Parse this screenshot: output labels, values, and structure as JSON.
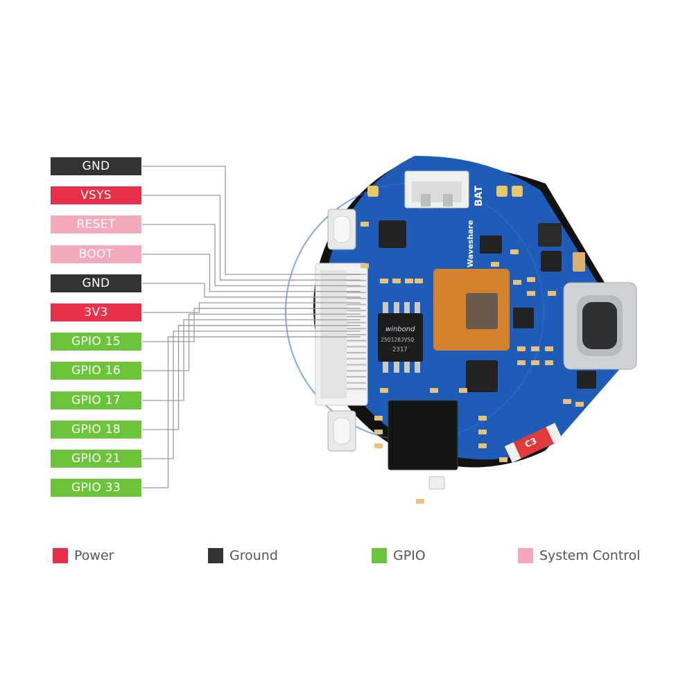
{
  "pins": [
    {
      "label": "GND",
      "category": "ground"
    },
    {
      "label": "VSYS",
      "category": "power"
    },
    {
      "label": "RESET",
      "category": "system"
    },
    {
      "label": "BOOT",
      "category": "system"
    },
    {
      "label": "GND",
      "category": "ground"
    },
    {
      "label": "3V3",
      "category": "power"
    },
    {
      "label": "GPIO 15",
      "category": "gpio"
    },
    {
      "label": "GPIO 16",
      "category": "gpio"
    },
    {
      "label": "GPIO 17",
      "category": "gpio"
    },
    {
      "label": "GPIO 18",
      "category": "gpio"
    },
    {
      "label": "GPIO 21",
      "category": "gpio"
    },
    {
      "label": "GPIO 33",
      "category": "gpio"
    }
  ],
  "colors": {
    "power": "#e8304a",
    "ground": "#333333",
    "gpio": "#6cc43b",
    "system": "#f4aabb",
    "board": "#1f5cb8",
    "board_edge": "#111111",
    "wire": "#9a9a9a"
  },
  "legend": [
    {
      "label": "Power",
      "category": "power"
    },
    {
      "label": "Ground",
      "category": "ground"
    },
    {
      "label": "GPIO",
      "category": "gpio"
    },
    {
      "label": "System Control",
      "category": "system"
    }
  ],
  "board": {
    "reset_label": "RESET",
    "boot_label": "BOOT",
    "bat_label": "BAT",
    "brand": "Waveshare",
    "flash_brand": "winbond",
    "flash_part": "25Q128JVSQ",
    "flash_code": "2317",
    "cap_label": "C3"
  }
}
